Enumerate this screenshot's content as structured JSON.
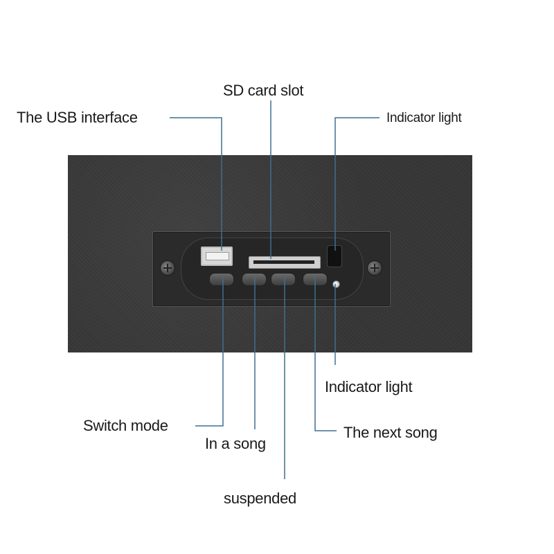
{
  "labels": {
    "sd_card_slot": "SD card slot",
    "usb_interface": "The USB interface",
    "indicator_light_top": "Indicator light",
    "indicator_light_bottom": "Indicator light",
    "switch_mode": "Switch mode",
    "in_a_song": "In a song",
    "the_next_song": "The next song",
    "suspended": "suspended"
  },
  "colors": {
    "leader_line": "#3f6f8f",
    "panel": "#373737",
    "module": "#2b2b2b"
  }
}
